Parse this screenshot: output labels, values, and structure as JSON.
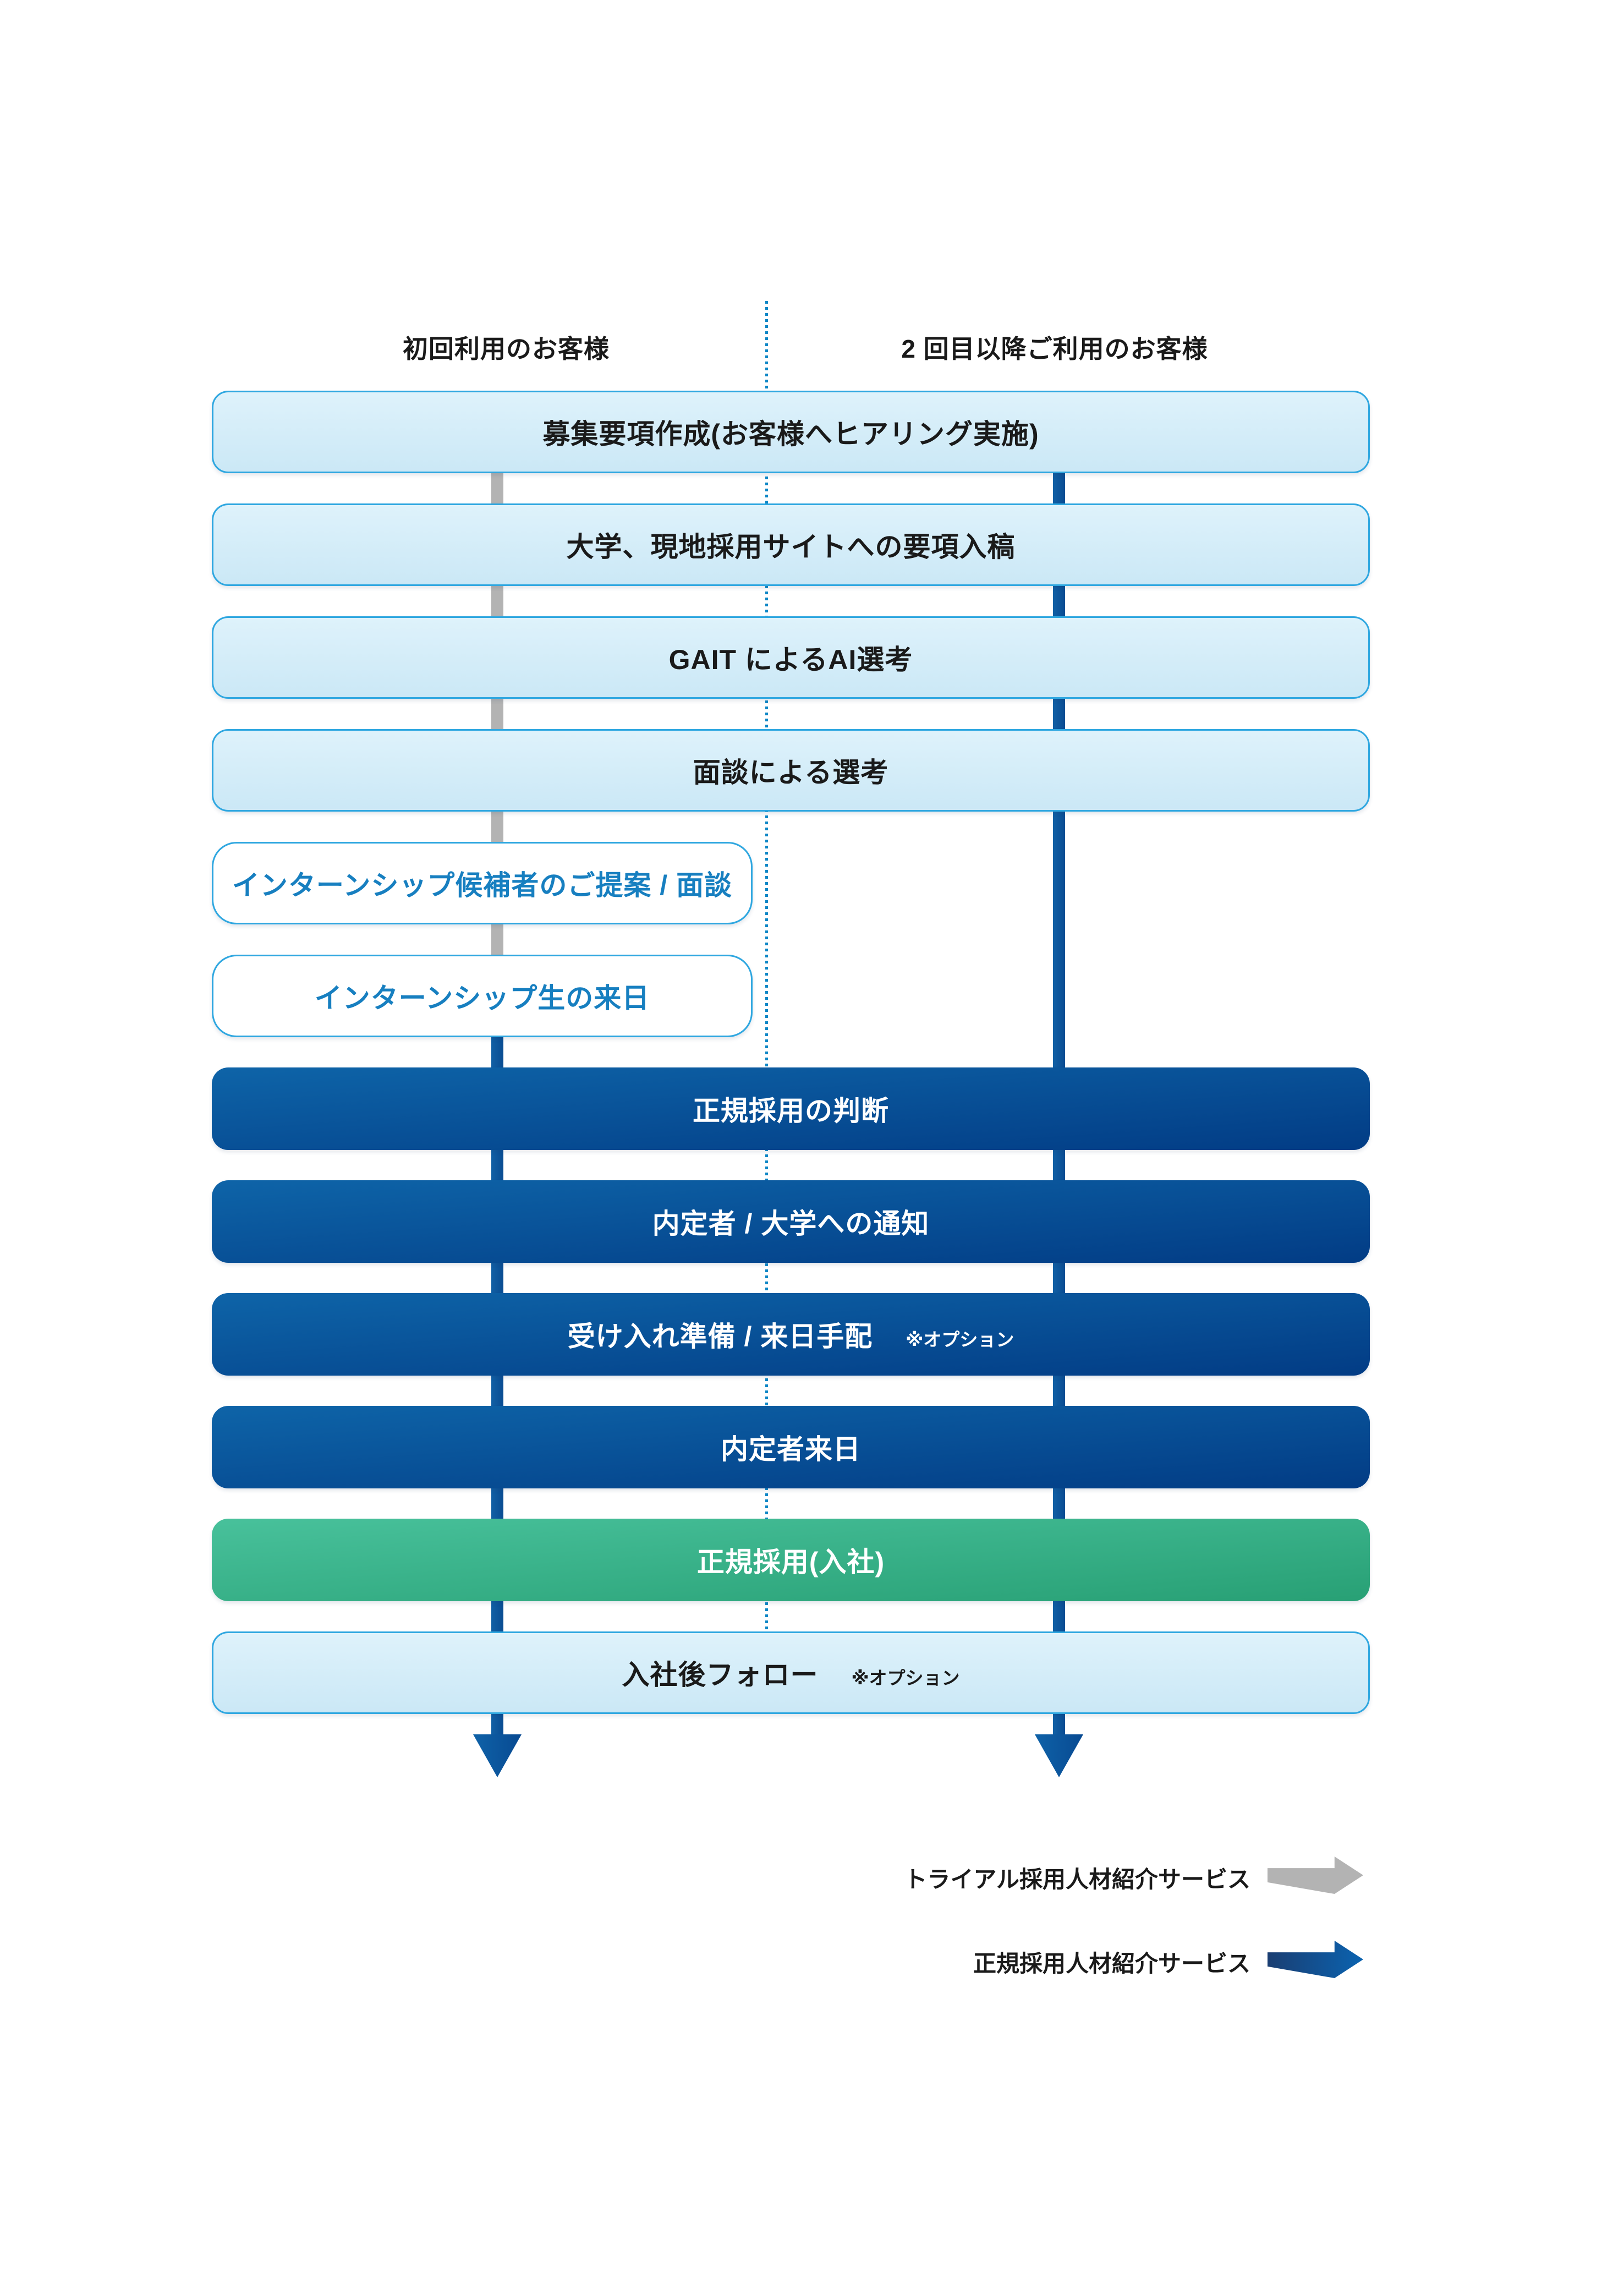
{
  "header": {
    "left_label": "初回利用のお客様",
    "right_label": "2 回目以降ご利用のお客様"
  },
  "steps": [
    {
      "label": "募集要項作成(お客様へヒアリング実施)",
      "type": "light",
      "width": "full"
    },
    {
      "label": "大学、現地採用サイトへの要項入稿",
      "type": "light",
      "width": "full"
    },
    {
      "label": "GAIT によるAI選考",
      "type": "light",
      "width": "full"
    },
    {
      "label": "面談による選考",
      "type": "light",
      "width": "full"
    },
    {
      "label": "インターンシップ候補者のご提案 / 面談",
      "type": "outline",
      "width": "short"
    },
    {
      "label": "インターンシップ生の来日",
      "type": "outline",
      "width": "short"
    },
    {
      "label": "正規採用の判断",
      "type": "dark",
      "width": "full"
    },
    {
      "label": "内定者 / 大学への通知",
      "type": "dark",
      "width": "full"
    },
    {
      "label": "受け入れ準備 / 来日手配",
      "note": "※オプション",
      "type": "dark",
      "width": "full"
    },
    {
      "label": "内定者来日",
      "type": "dark",
      "width": "full"
    },
    {
      "label": "正規採用(入社)",
      "type": "green",
      "width": "full"
    },
    {
      "label": "入社後フォロー",
      "note": "※オプション",
      "type": "light",
      "width": "full"
    }
  ],
  "legend": [
    {
      "label": "トライアル採用人材紹介サービス",
      "arrow": "gray"
    },
    {
      "label": "正規採用人材紹介サービス",
      "arrow": "blue"
    }
  ],
  "colors": {
    "light_box_top": "#def2fb",
    "light_box_bottom": "#cbe8f6",
    "light_box_border": "#2fa7e0",
    "outline_box_text": "#177fc0",
    "dark_box_top_left": "#0e64a8",
    "dark_box_bottom_right": "#023c85",
    "green_box_left": "#48c19b",
    "green_box_right": "#28a075",
    "trial_line_gray": "#b3b3b3",
    "regular_line_blue": "#0a55a0",
    "dotted_divider_blue": "#0e87c6",
    "text_dark": "#1a1a1a",
    "box_text_white": "#ffffff"
  }
}
